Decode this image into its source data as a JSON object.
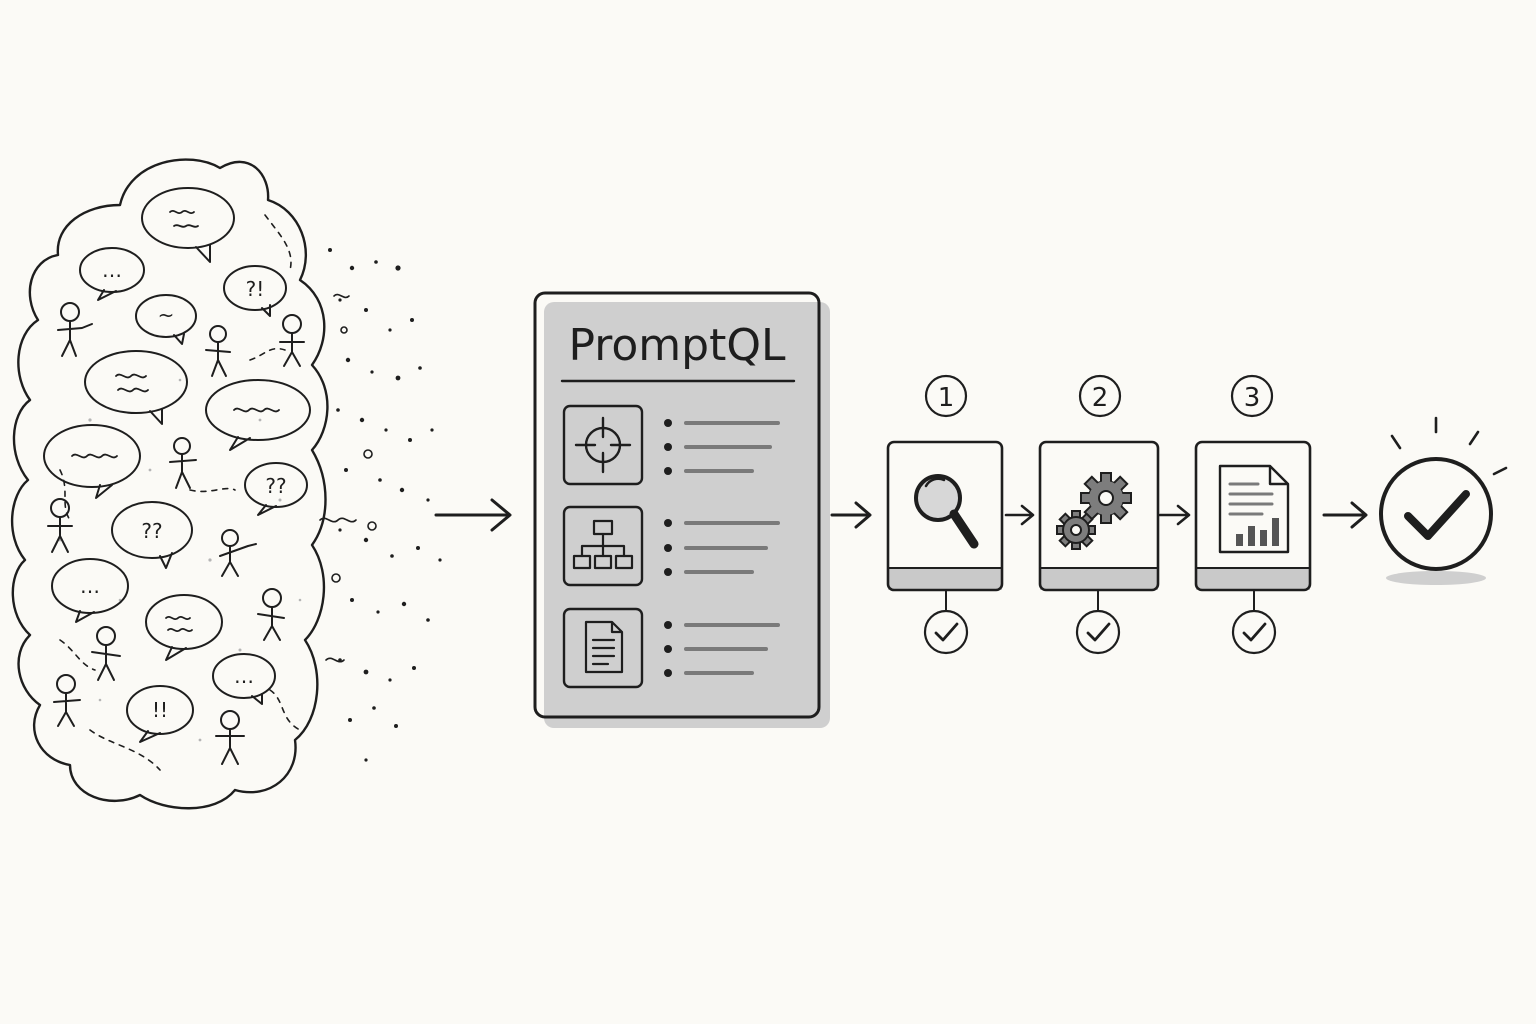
{
  "panel": {
    "title": "PromptQL",
    "sections": [
      {
        "icon": "crosshair-target-icon",
        "lines": 3
      },
      {
        "icon": "hierarchy-diagram-icon",
        "lines": 3
      },
      {
        "icon": "document-icon",
        "lines": 3
      }
    ]
  },
  "steps": [
    {
      "number": "1",
      "icon": "magnifying-glass-icon"
    },
    {
      "number": "2",
      "icon": "gears-icon"
    },
    {
      "number": "3",
      "icon": "report-chart-icon"
    }
  ],
  "chatter": {
    "bubbles": [
      "…",
      "?!",
      "~",
      "??",
      "??",
      "…",
      "…",
      "!!"
    ]
  },
  "colors": {
    "ink": "#1e1e1e",
    "background": "#fbfaf6",
    "shadow": "#cfcfcf",
    "step_band": "#c9c9c9"
  }
}
